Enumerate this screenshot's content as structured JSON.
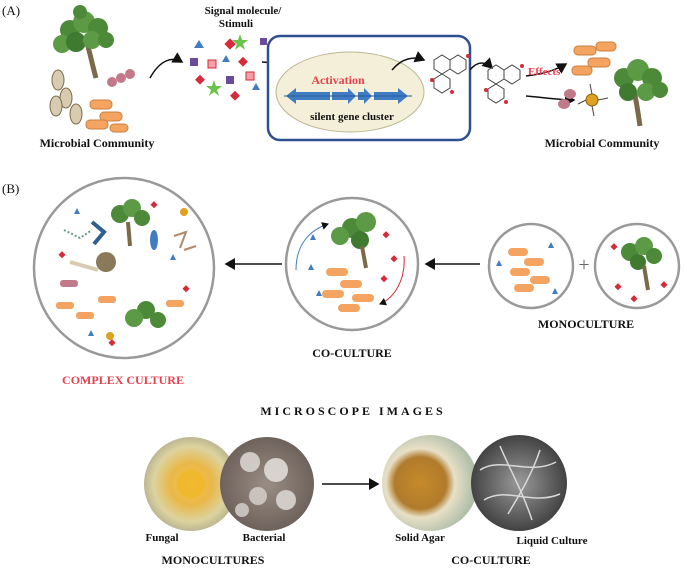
{
  "panel_a": {
    "label": "(A)",
    "left_caption": "Microbial Community",
    "signal_label_line1": "Signal molecule/",
    "signal_label_line2": "Stimuli",
    "activation_label": "Activation",
    "gene_cluster_label": "silent gene cluster",
    "effects_label": "Effects",
    "right_caption": "Microbial Community"
  },
  "panel_b": {
    "label": "(B)",
    "complex_caption": "COMPLEX CULTURE",
    "coculture_caption": "CO-CULTURE",
    "monoculture_caption": "MONOCULTURE",
    "plus_sign": "+"
  },
  "microscope": {
    "heading": "MICROSCOPE IMAGES",
    "fungal_label": "Fungal",
    "bacterial_label": "Bacterial",
    "solid_agar_label": "Solid Agar",
    "liquid_culture_label": "Liquid Culture",
    "monocultures_caption": "MONOCULTURES",
    "coculture_caption": "CO-CULTURE"
  },
  "colors": {
    "accent_red": "#e8414f",
    "box_border": "#2f4f8f",
    "gene_arrow": "#3f7cc2",
    "fungus_green": "#4c8a3a",
    "bacteria_orange": "#f4a460",
    "ellipse_fill": "#f3efd8"
  }
}
